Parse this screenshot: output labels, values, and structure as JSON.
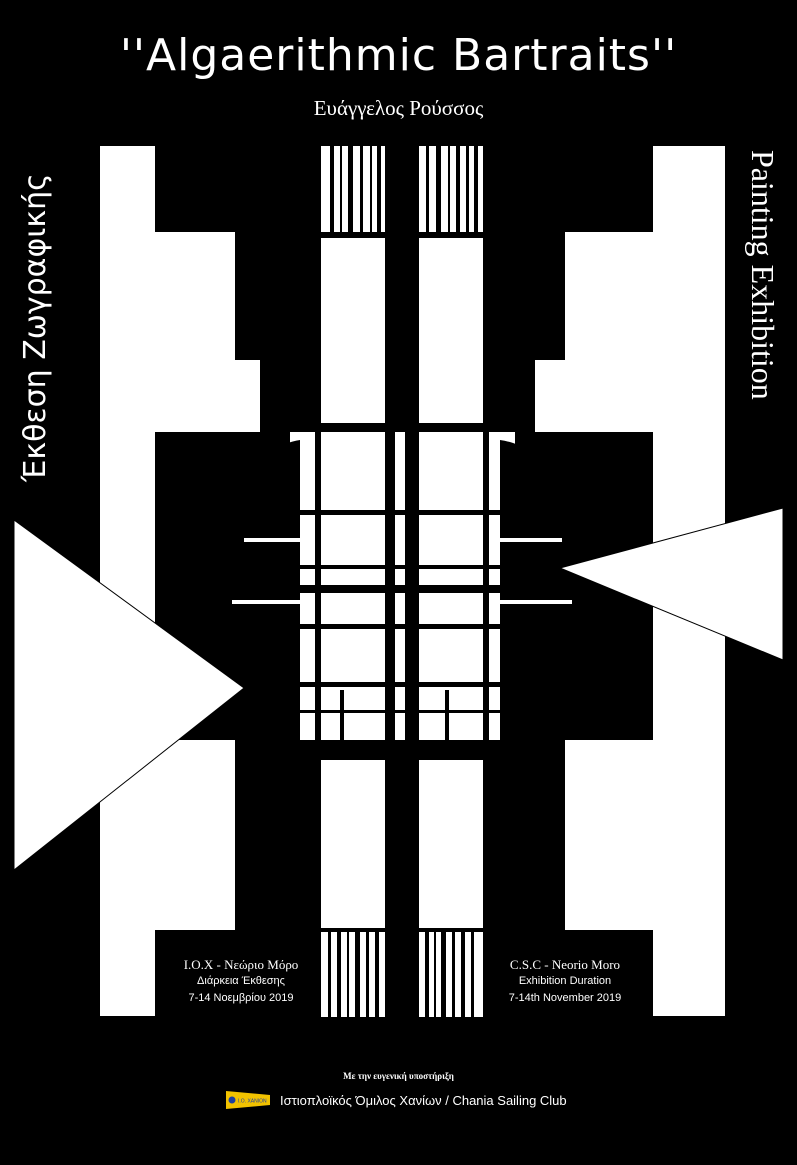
{
  "title": "''Algaerithmic Bartraits''",
  "artist": "Ευάγγελος Ρούσσος",
  "vertical_left": "Έκθεση Ζωγραφικής",
  "vertical_right": "Painting Exhibition",
  "venue_gr": {
    "line1": "Ι.Ο.Χ - Νεώριο Μόρο",
    "line2": "Διάρκεια Έκθεσης",
    "line3": "7-14 Νοεμβρίου 2019"
  },
  "venue_en": {
    "line1": "C.S.C - Neorio Moro",
    "line2": "Exhibition Duration",
    "line3": "7-14th November 2019"
  },
  "support_text": "Με την ευγενική υποστήριξη",
  "sponsor_logo_text": "I.O. XANION",
  "sponsor": "Ιστιοπλοϊκός Όμιλος Χανίων / Chania Sailing Club",
  "colors": {
    "background": "#000000",
    "foreground": "#ffffff",
    "flag_yellow": "#f2c200",
    "flag_blue": "#1e3fa0"
  }
}
